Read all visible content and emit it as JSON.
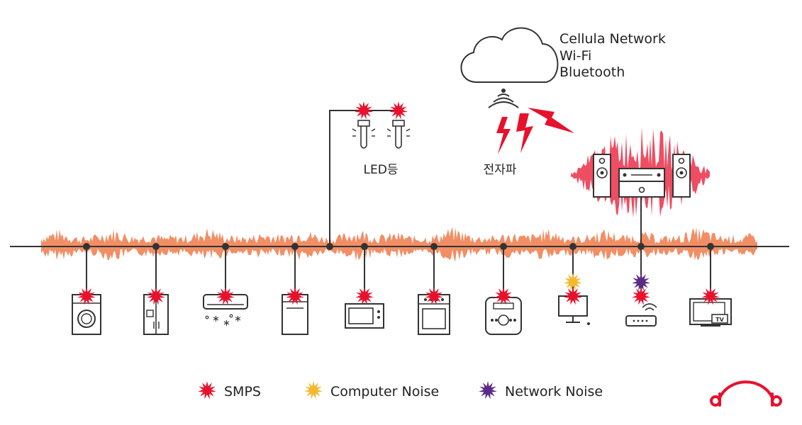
{
  "network": {
    "lines": [
      "Cellula Network",
      "Wi-Fi",
      "Bluetooth"
    ]
  },
  "labels": {
    "led": "LED등",
    "wave": "전자파",
    "tv_badge": "TV"
  },
  "legend": [
    {
      "label": "SMPS",
      "color": "#e8112d"
    },
    {
      "label": "Computer Noise",
      "color": "#f5b82e"
    },
    {
      "label": "Network Noise",
      "color": "#5b2a86"
    }
  ],
  "colors": {
    "noise": "#f07a4a",
    "smps": "#e8112d",
    "computer": "#f5b82e",
    "network": "#5b2a86",
    "line": "#333333",
    "logo": "#e8112d"
  },
  "appliances": [
    {
      "icon": "washing-machine-icon",
      "noise": [
        "smps"
      ]
    },
    {
      "icon": "refrigerator-icon",
      "noise": [
        "smps"
      ]
    },
    {
      "icon": "air-conditioner-icon",
      "noise": [
        "smps"
      ]
    },
    {
      "icon": "dishwasher-icon",
      "noise": [
        "smps"
      ]
    },
    {
      "icon": "microwave-icon",
      "noise": [
        "smps"
      ]
    },
    {
      "icon": "oven-icon",
      "noise": [
        "smps"
      ]
    },
    {
      "icon": "rice-cooker-icon",
      "noise": [
        "smps"
      ]
    },
    {
      "icon": "computer-icon",
      "noise": [
        "computer",
        "smps"
      ]
    },
    {
      "icon": "router-icon",
      "noise": [
        "network",
        "smps"
      ]
    },
    {
      "icon": "tv-icon",
      "noise": [
        "smps"
      ]
    }
  ]
}
